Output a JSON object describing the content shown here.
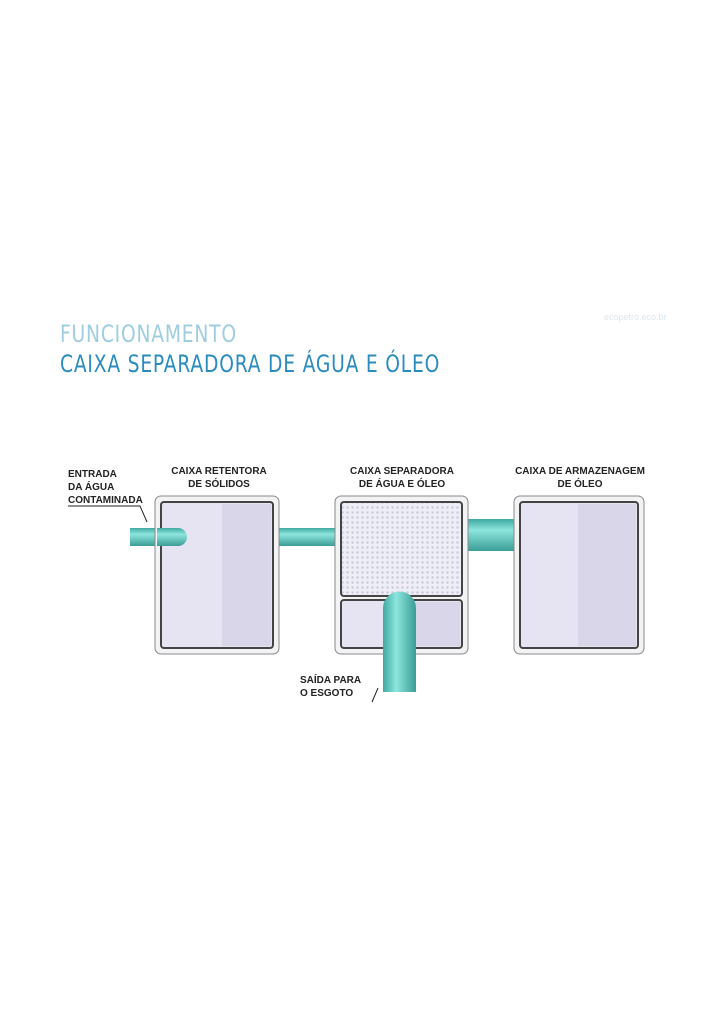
{
  "header": {
    "title_line1": "FUNCIONAMENTO",
    "title_line2": "CAIXA SEPARADORA DE ÁGUA E ÓLEO",
    "watermark": "ecopetro.eco.br"
  },
  "diagram": {
    "inlet_label": [
      "ENTRADA",
      "DA ÁGUA",
      "CONTAMINADA"
    ],
    "box1_label": [
      "CAIXA RETENTORA",
      "DE SÓLIDOS"
    ],
    "box2_label": [
      "CAIXA SEPARADORA",
      "DE ÁGUA E ÓLEO"
    ],
    "box3_label": [
      "CAIXA DE ARMAZENAGEM",
      "DE ÓLEO"
    ],
    "outlet_label": [
      "SAÍDA PARA",
      "O ESGOTO"
    ],
    "colors": {
      "pipe": "#5cc9c0",
      "box_fill": "#e4e2f0",
      "box_border": "#555555",
      "title_light": "#9fcde0",
      "title_dark": "#2a8bbf"
    }
  }
}
